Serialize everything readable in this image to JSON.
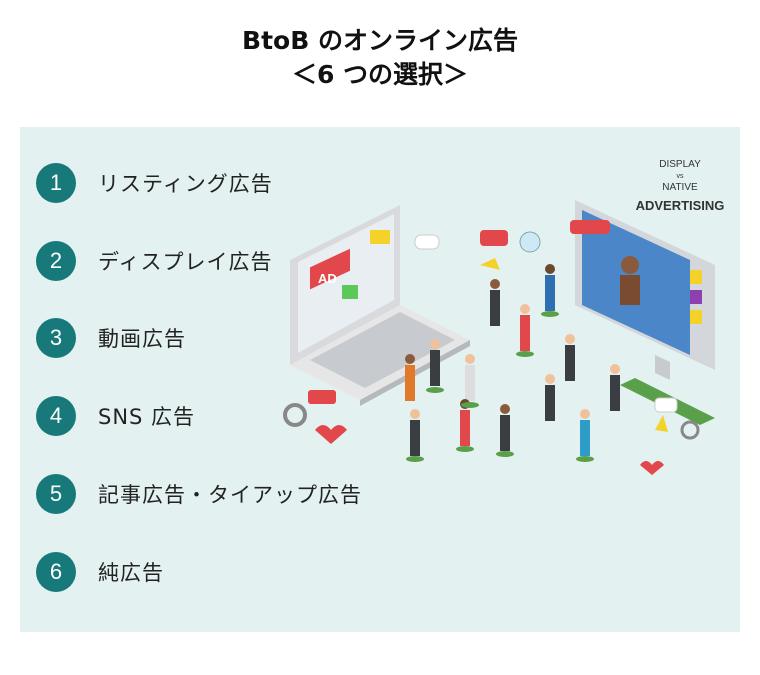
{
  "title": {
    "line1": "BtoB のオンライン広告",
    "line2": "＜6 つの選択＞"
  },
  "items": [
    {
      "number": "1",
      "label": "リスティング広告"
    },
    {
      "number": "2",
      "label": "ディスプレイ広告"
    },
    {
      "number": "3",
      "label": "動画広告"
    },
    {
      "number": "4",
      "label": "SNS 広告"
    },
    {
      "number": "5",
      "label": "記事広告・タイアップ広告"
    },
    {
      "number": "6",
      "label": "純広告"
    }
  ],
  "illustration": {
    "tag_display": "DISPLAY",
    "tag_vs": "vs",
    "tag_native": "NATIVE",
    "tag_advertising": "ADVERTISING",
    "ad_text": "AD"
  },
  "colors": {
    "accent": "#17797a",
    "panel": "#e3f1f1"
  }
}
